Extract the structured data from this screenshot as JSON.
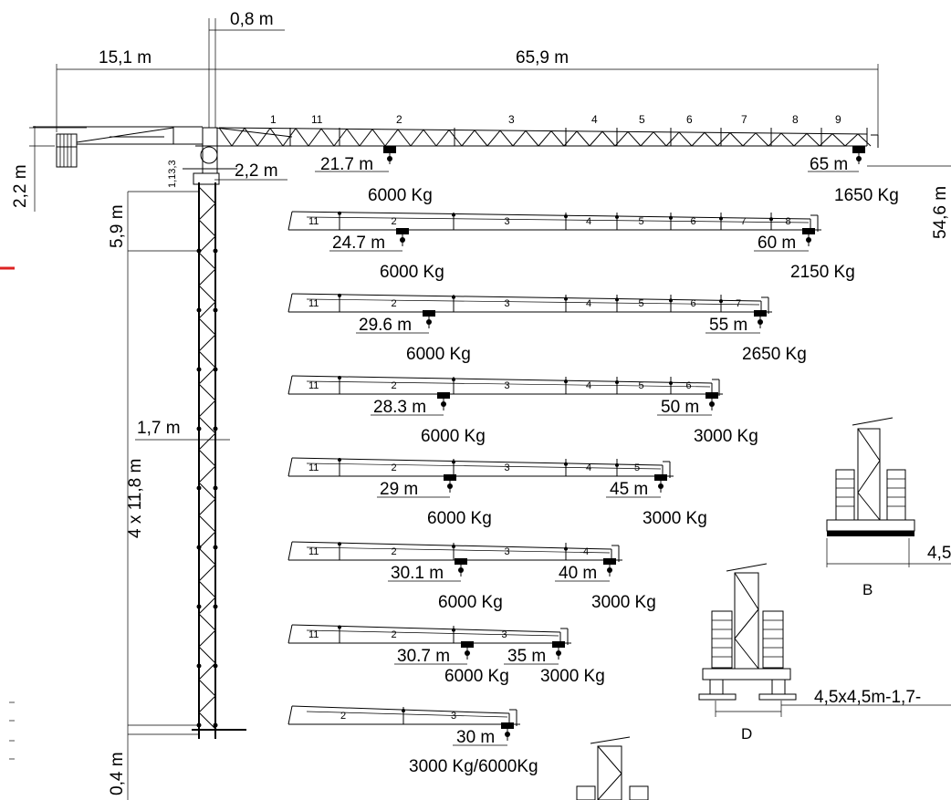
{
  "top": {
    "mast_width": "0,8 m",
    "counter_jib": "15,1 m",
    "jib_length": "65,9 m",
    "head_height": "2,2 m",
    "trolley_clear": "2,2 m",
    "small_dim": "1,13,3",
    "section_top": "5,9 m",
    "mast_sections": "4 x 11,8 m",
    "mast_section_width": "1,7 m",
    "base": "0,4 m",
    "height_under_hook": "54,6 m"
  },
  "main_jib": {
    "segments": [
      "1",
      "11",
      "2",
      "3",
      "4",
      "5",
      "6",
      "7",
      "8",
      "9"
    ],
    "inner_dist": "21.7 m",
    "inner_load": "6000 Kg",
    "tip_dist": "65 m",
    "tip_load": "1650 Kg"
  },
  "configs": [
    {
      "segments": [
        "11",
        "2",
        "3",
        "4",
        "5",
        "6",
        "7",
        "8"
      ],
      "inner_dist": "24.7 m",
      "inner_load": "6000 Kg",
      "tip_dist": "60 m",
      "tip_load": "2150 Kg"
    },
    {
      "segments": [
        "11",
        "2",
        "3",
        "4",
        "5",
        "6",
        "7"
      ],
      "inner_dist": "29.6 m",
      "inner_load": "6000 Kg",
      "tip_dist": "55 m",
      "tip_load": "2650 Kg"
    },
    {
      "segments": [
        "11",
        "2",
        "3",
        "4",
        "5",
        "6"
      ],
      "inner_dist": "28.3 m",
      "inner_load": "6000 Kg",
      "tip_dist": "50 m",
      "tip_load": "3000 Kg"
    },
    {
      "segments": [
        "11",
        "2",
        "3",
        "4",
        "5"
      ],
      "inner_dist": "29 m",
      "inner_load": "6000 Kg",
      "tip_dist": "45 m",
      "tip_load": "3000 Kg"
    },
    {
      "segments": [
        "11",
        "2",
        "3",
        "4"
      ],
      "inner_dist": "30.1 m",
      "inner_load": "6000 Kg",
      "tip_dist": "40 m",
      "tip_load": "3000 Kg"
    },
    {
      "segments": [
        "11",
        "2",
        "3"
      ],
      "inner_dist": "30.7 m",
      "inner_load": "6000 Kg",
      "tip_dist": "35 m",
      "tip_load": "3000 Kg"
    },
    {
      "segments": [
        "2",
        "3"
      ],
      "tip_dist": "30 m",
      "tip_load": "3000 Kg/6000Kg"
    }
  ],
  "bases": {
    "b_label": "B",
    "b_dim": "4,5",
    "d_label": "D",
    "d_dim": "4,5x4,5m-1,7-"
  }
}
